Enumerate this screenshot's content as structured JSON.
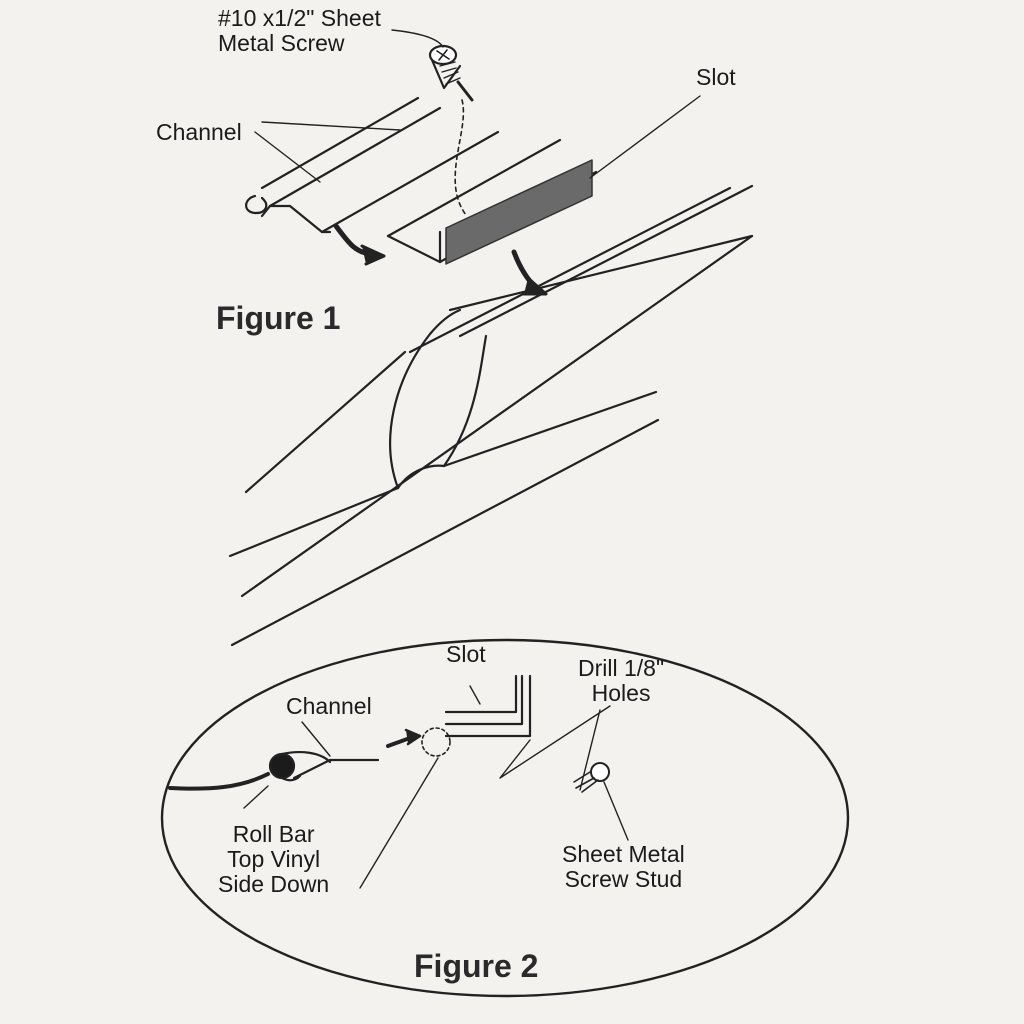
{
  "figure1": {
    "title": "Figure 1",
    "labels": {
      "screw": "#10 x1/2\" Sheet\nMetal Screw",
      "slot": "Slot",
      "channel": "Channel"
    }
  },
  "figure2": {
    "title": "Figure 2",
    "labels": {
      "slot": "Slot",
      "drill": "Drill 1/8\"\nHoles",
      "channel": "Channel",
      "roll_bar": "Roll Bar\nTop Vinyl\nSide Down",
      "screw_stud": "Sheet Metal\nScrew Stud"
    }
  }
}
